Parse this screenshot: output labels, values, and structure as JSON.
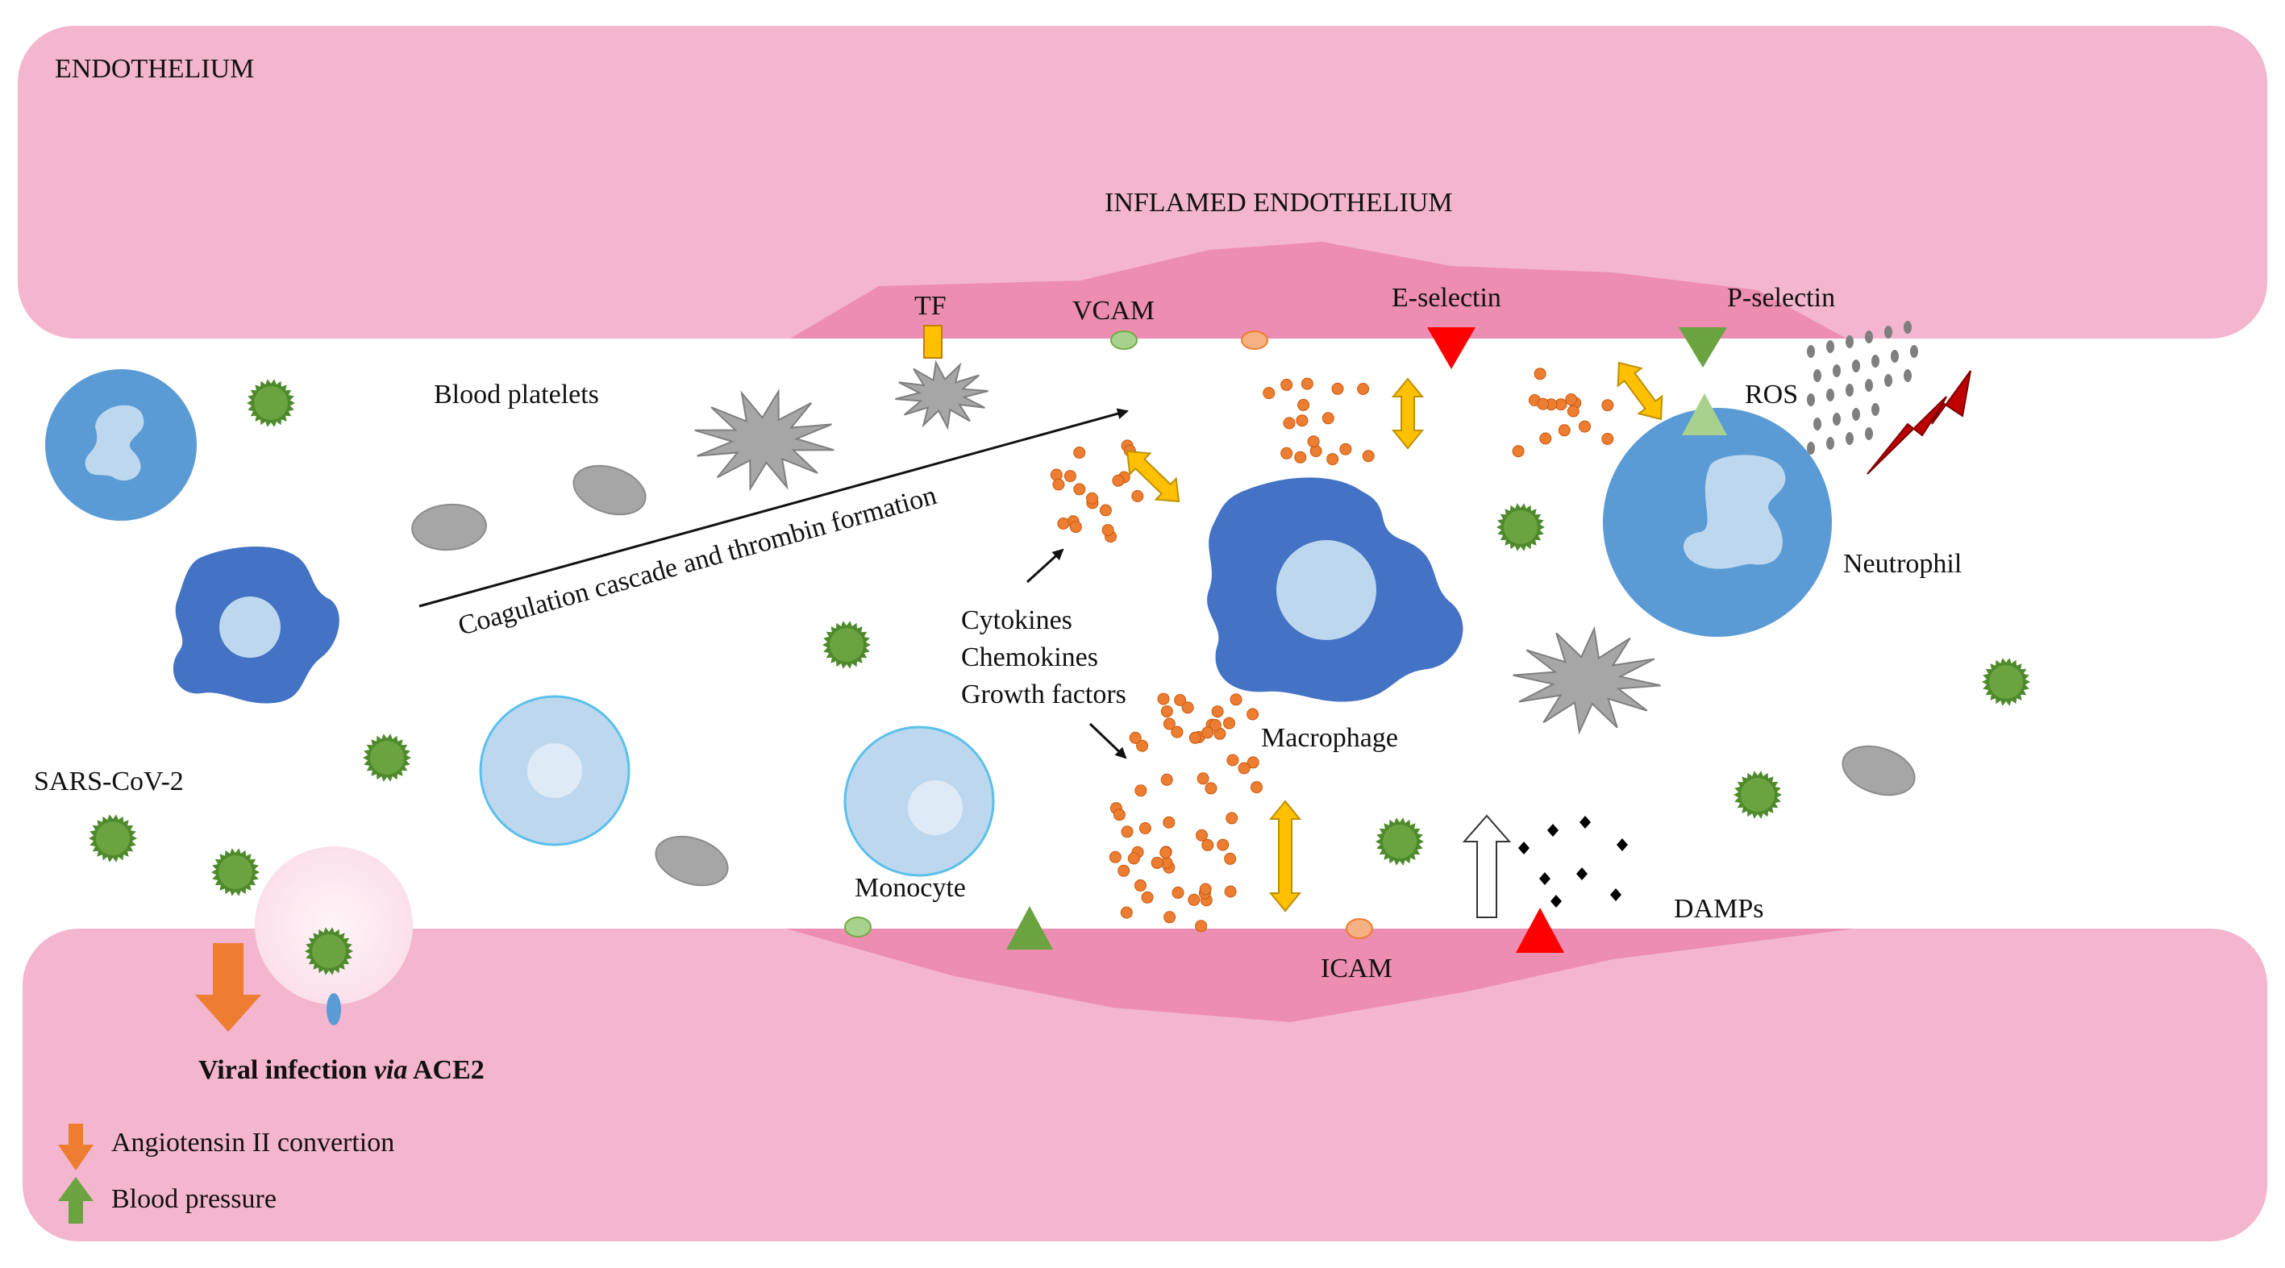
{
  "labels": {
    "endothelium": "ENDOTHELIUM",
    "inflamed_endothelium": "INFLAMED ENDOTHELIUM",
    "tf": "TF",
    "vcam": "VCAM",
    "e_selectin": "E-selectin",
    "p_selectin": "P-selectin",
    "ros": "ROS",
    "blood_platelets": "Blood platelets",
    "coagulation": "Coagulation  cascade  and  thrombin  formation",
    "cytokines": "Cytokines",
    "chemokines": "Chemokines",
    "growth_factors": "Growth factors",
    "neutrophil": "Neutrophil",
    "macrophage": "Macrophage",
    "sars_cov_2": "SARS-CoV-2",
    "monocyte": "Monocyte",
    "icam": "ICAM",
    "damps": "DAMPs",
    "viral_infection_pre": "Viral infection ",
    "viral_infection_via": "via",
    "viral_infection_post": " ACE2"
  },
  "legend": {
    "angiotensin": "Angiotensin  II convertion",
    "blood_pressure": "Blood pressure"
  },
  "colors": {
    "endothelium": "#f4b5cf",
    "inflamed": "#ec8db1",
    "virus": "#6aa33f",
    "macrophage": "#4472c4",
    "monocyte": "#bdd7ee",
    "platelet": "#a6a6a6",
    "cytokine": "#ed7d31",
    "double_arrow": "#ffc000",
    "selectin_red": "#ff0000",
    "tf_marker": "#ffc000",
    "ros_bolt": "#c00000"
  }
}
